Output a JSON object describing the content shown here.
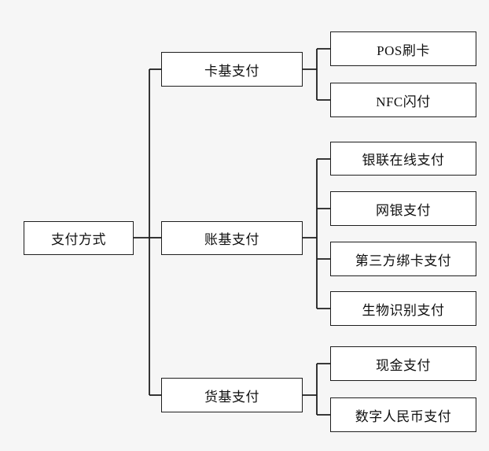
{
  "diagram": {
    "type": "tree",
    "direction": "left-to-right",
    "root": {
      "label": "支付方式"
    },
    "branches": [
      {
        "label": "卡基支付",
        "children": [
          {
            "label": "POS刷卡"
          },
          {
            "label": "NFC闪付"
          }
        ]
      },
      {
        "label": "账基支付",
        "children": [
          {
            "label": "银联在线支付"
          },
          {
            "label": "网银支付"
          },
          {
            "label": "第三方绑卡支付"
          },
          {
            "label": "生物识别支付"
          }
        ]
      },
      {
        "label": "货基支付",
        "children": [
          {
            "label": "现金支付"
          },
          {
            "label": "数字人民币支付"
          }
        ]
      }
    ],
    "colors": {
      "background": "#f6f6f6",
      "box_fill": "#ffffff",
      "box_border": "#1e1e1e",
      "line": "#1e1e1e",
      "text": "#101010"
    }
  }
}
